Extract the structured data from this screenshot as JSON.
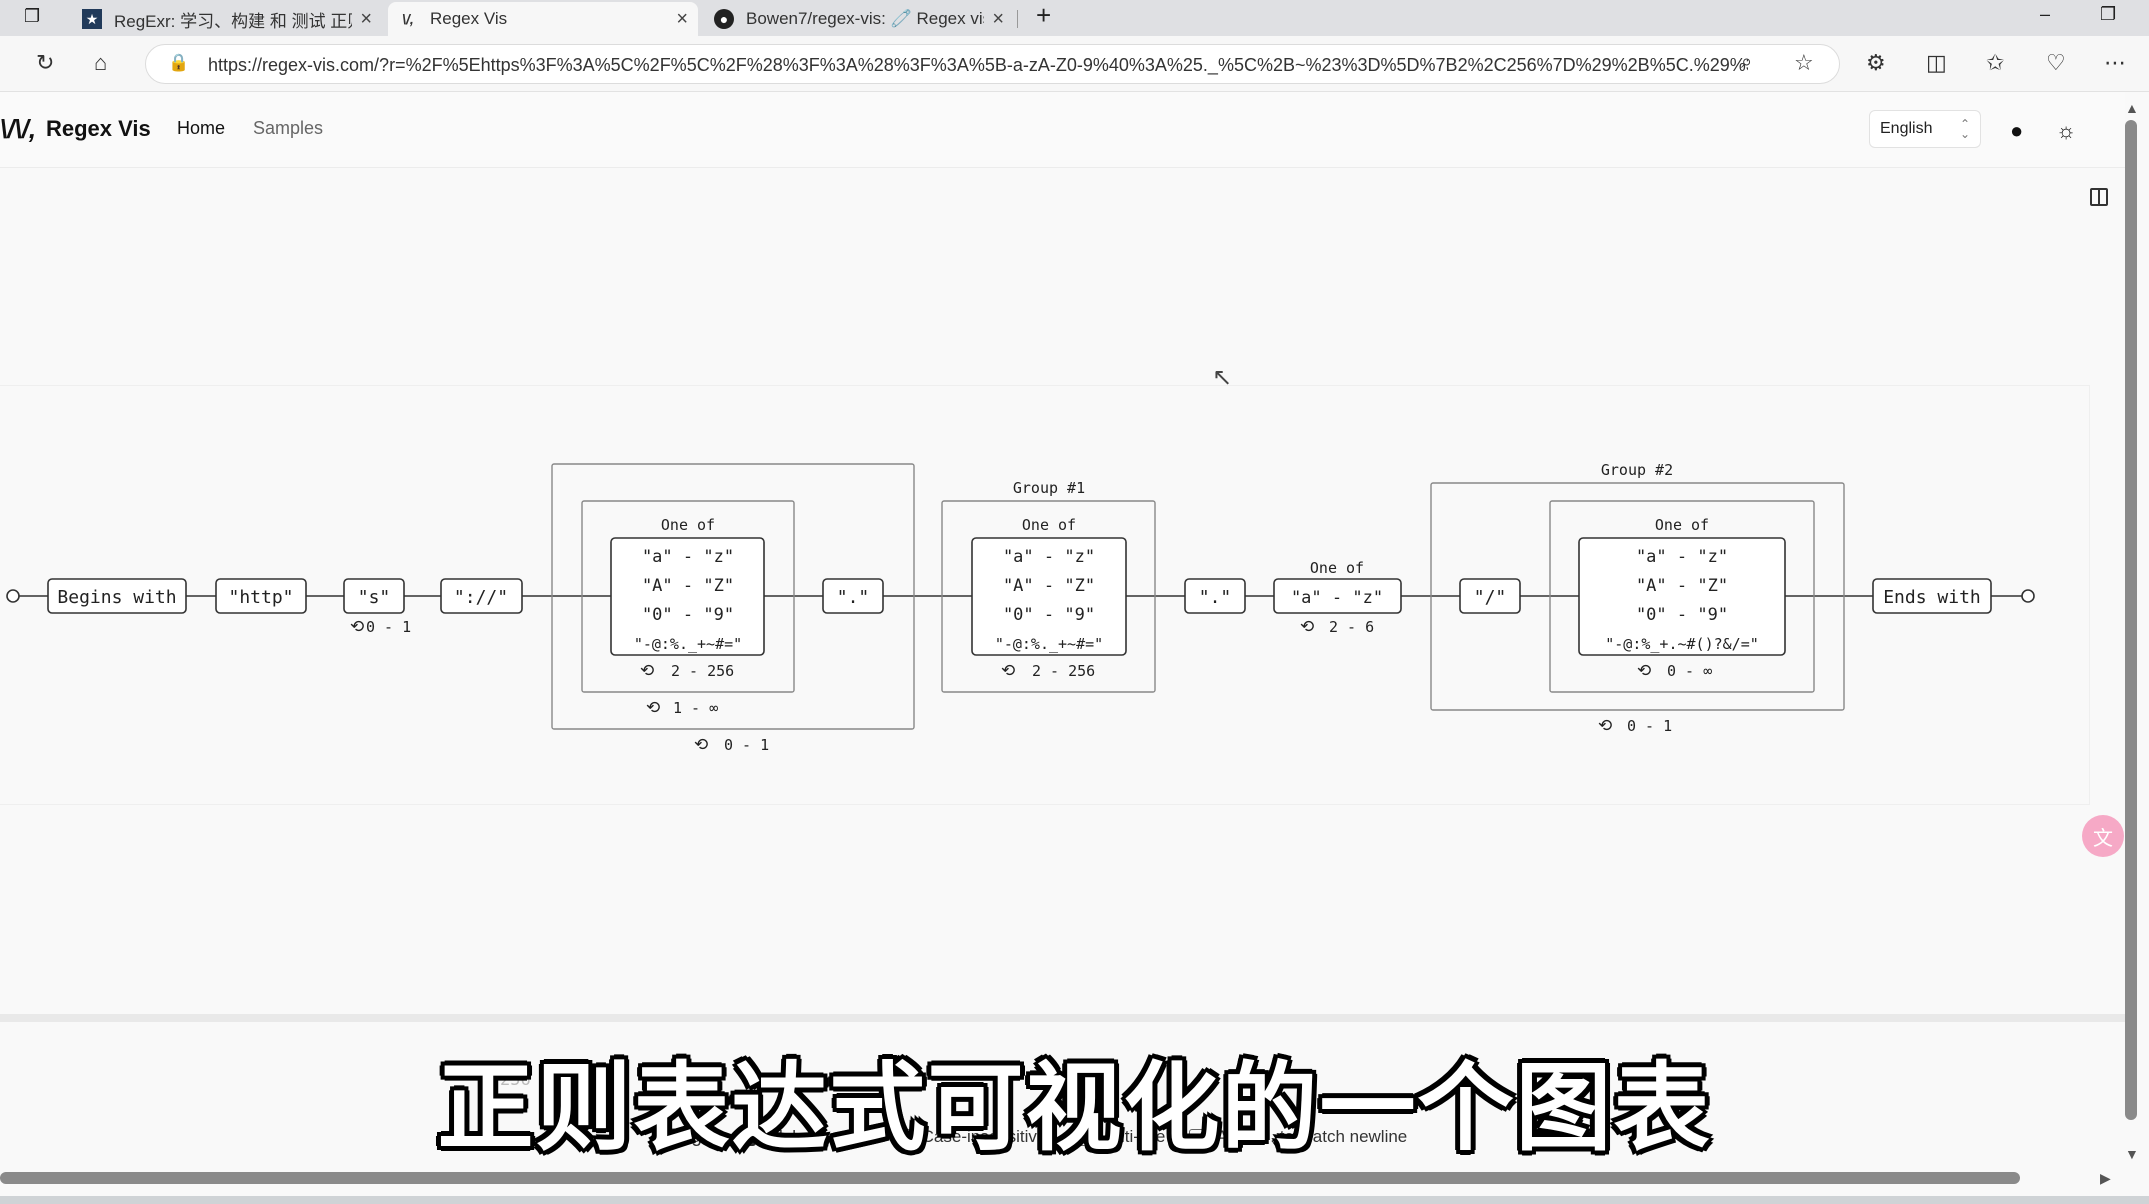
{
  "browser": {
    "tabs": [
      {
        "favicon": "regexr-icon",
        "label": "RegExr: 学习、构建 和 测试 正则表达式",
        "close": "×"
      },
      {
        "favicon": "regex-vis-icon",
        "label": "Regex Vis",
        "close": "×"
      },
      {
        "favicon": "github-icon",
        "label": "Bowen7/regex-vis: 🧷 Regex visualizer",
        "close": "×"
      }
    ],
    "new_tab": "+",
    "url": "https://regex-vis.com/?r=%2F%5Ehttps%3F%3A%5C%2F%5C%2F%28%3F%3A%28%3F%3A%5B-a-zA-Z0-9%40%3A%25._%5C%2B~%23%3D%5D%7B2%2C256%7D%29%2B%5C.%29%3..."
  },
  "app": {
    "logo": "\\/\\/,",
    "title": "Regex Vis",
    "nav": {
      "home": "Home",
      "samples": "Samples"
    },
    "language": "English"
  },
  "diagram": {
    "begins": "Begins with",
    "ends": "Ends with",
    "http": "\"http\"",
    "s": "\"s\"",
    "s_repeat": "0 - 1",
    "scheme_sep": "\"://\"",
    "one_of": "One of",
    "range_lower": "\"a\" - \"z\"",
    "range_upper": "\"A\" - \"Z\"",
    "range_digit": "\"0\" - \"9\"",
    "set1_special": "\"-@:%._+~#=\"",
    "set1_repeat": "2 - 256",
    "group_inner_repeat": "1 - ∞",
    "group_outer_repeat": "0 - 1",
    "dot": "\".\"",
    "group1_title": "Group #1",
    "set2_special": "\"-@:%._+~#=\"",
    "set2_repeat": "2 - 256",
    "tld_range": "\"a\" - \"z\"",
    "tld_repeat": "2 - 6",
    "group2_title": "Group #2",
    "slash": "\"/\"",
    "set3_special": "\"-@:%_+.~#()?&/=\"",
    "set3_repeat": "0 - ∞",
    "group2_repeat": "0 - 1"
  },
  "editor": {
    "ghost_text": "256        [       ]         #"
  },
  "flags": {
    "title": "Flags:",
    "items": [
      {
        "label": "Global search",
        "checked": true
      },
      {
        "label": "Case-insensitive",
        "checked": false
      },
      {
        "label": "Multi-line",
        "checked": false
      },
      {
        "label": "Allows . to match newline",
        "checked": false
      }
    ]
  },
  "subtitle": "正则表达式可视化的一个图表",
  "colors": {
    "node_border": "#333333",
    "line": "#333333",
    "page_bg": "#f9f9f9",
    "float_button": "#f6a9c6"
  }
}
